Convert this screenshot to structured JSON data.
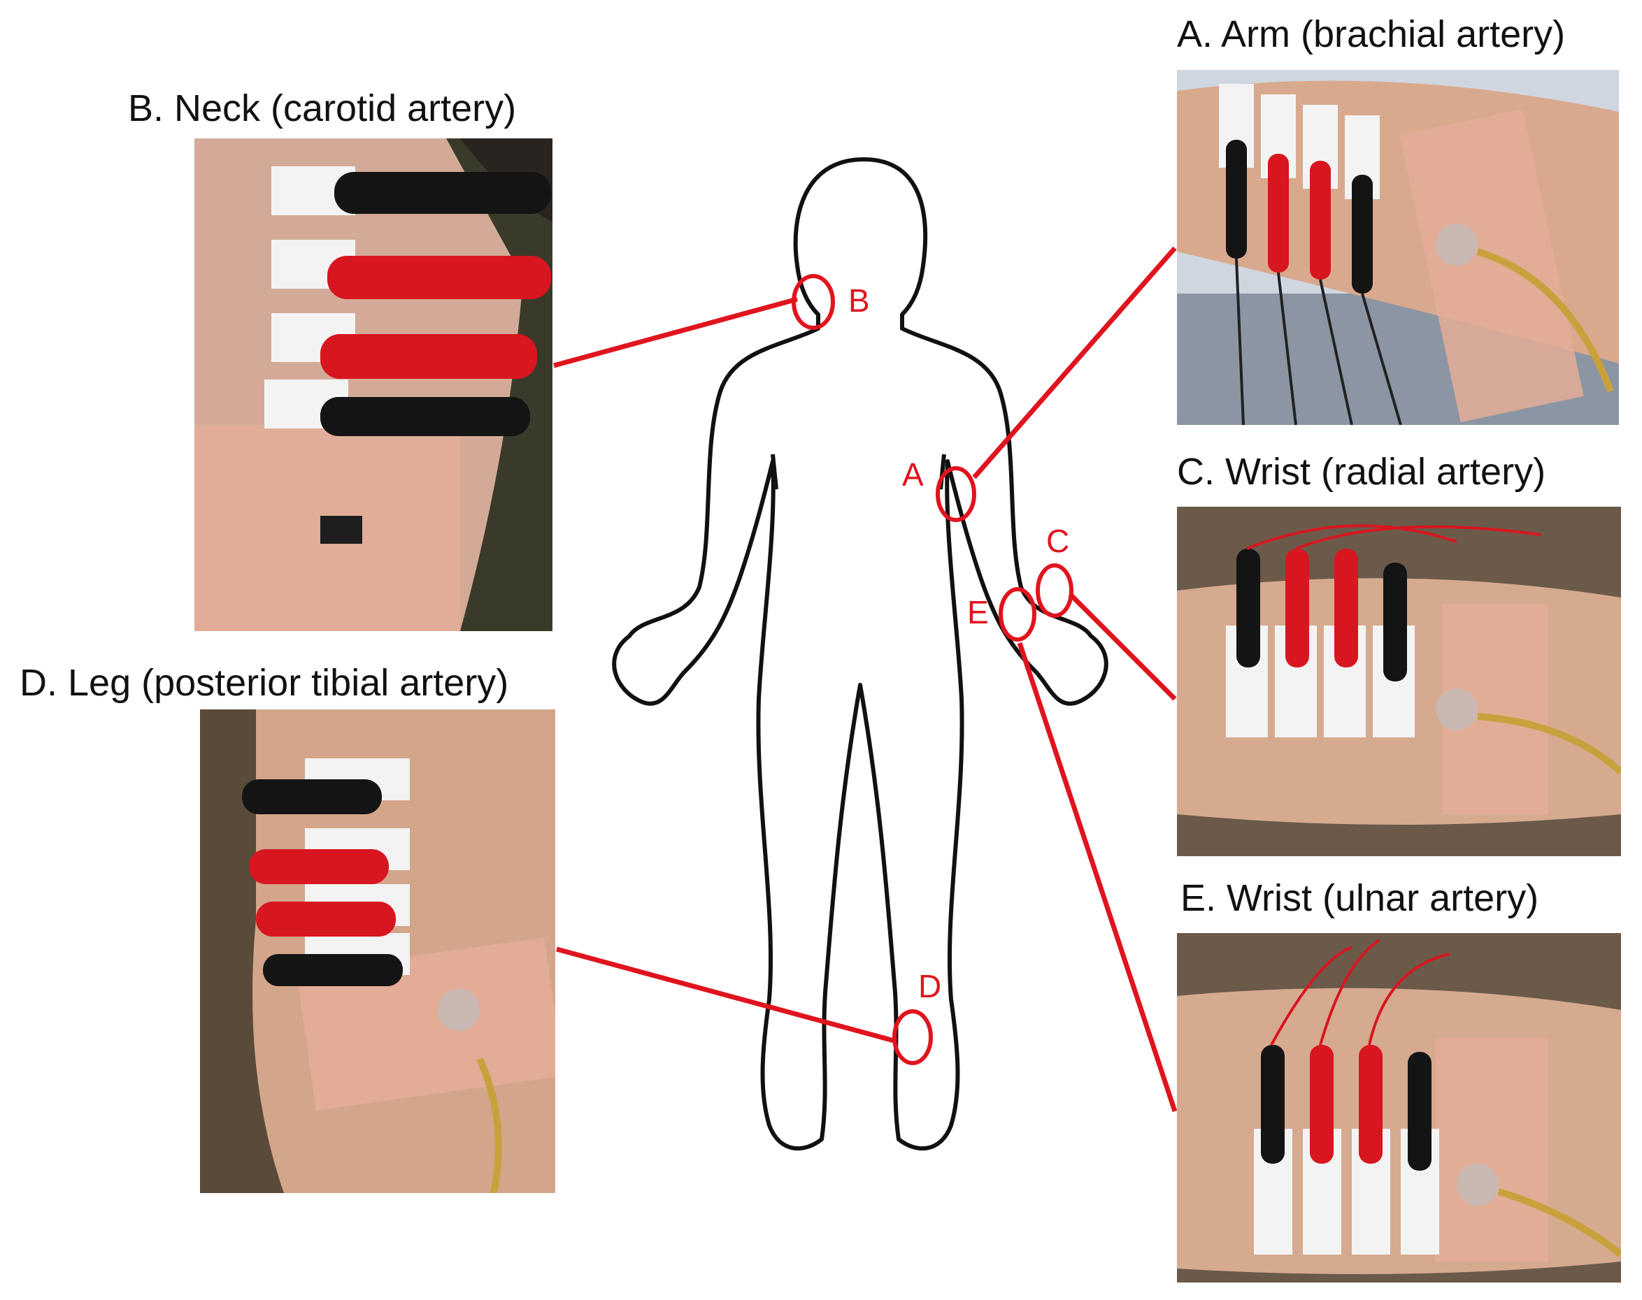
{
  "panels": {
    "A": {
      "title": "A. Arm (brachial artery)"
    },
    "B": {
      "title": "B. Neck (carotid artery)"
    },
    "C": {
      "title": "C. Wrist (radial artery)"
    },
    "D": {
      "title": "D. Leg (posterior tibial artery)"
    },
    "E": {
      "title": "E. Wrist (ulnar artery)"
    }
  },
  "markers": {
    "A": "A",
    "B": "B",
    "C": "C",
    "D": "D",
    "E": "E"
  },
  "colors": {
    "marker": "#e0141e",
    "outline": "#111111",
    "skin": "#d9a98e",
    "tape": "#e3ad98",
    "clip_red": "#d8161f",
    "clip_black": "#141414",
    "electrode_label": "#f3f3f3"
  }
}
